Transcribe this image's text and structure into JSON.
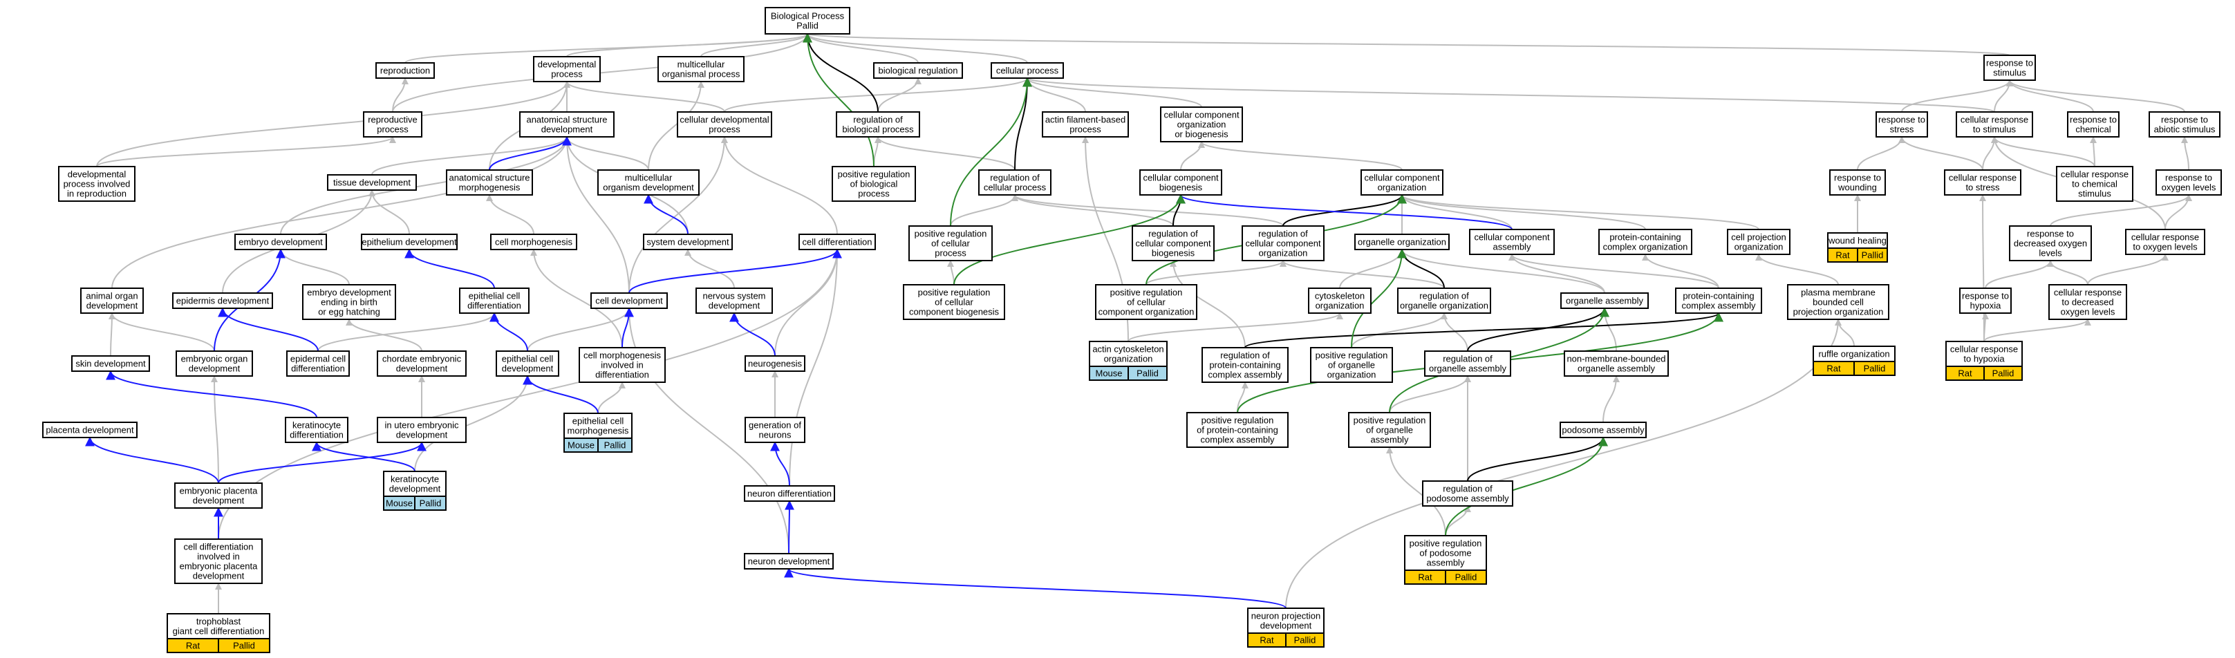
{
  "colors": {
    "gray": "#bdbdbd",
    "black": "#000000",
    "blue": "#1a1aff",
    "green": "#2e8b2e",
    "rat": "#ffcc00",
    "mouse": "#a8d8ea"
  },
  "nodes": [
    {
      "id": "bp",
      "lines": [
        "Biological Process",
        "Pallid"
      ]
    },
    {
      "id": "reproduction",
      "lines": [
        "reproduction"
      ]
    },
    {
      "id": "dev_process",
      "lines": [
        "developmental",
        "process"
      ]
    },
    {
      "id": "multi_proc",
      "lines": [
        "multicellular",
        "organismal process"
      ]
    },
    {
      "id": "bio_reg",
      "lines": [
        "biological regulation"
      ]
    },
    {
      "id": "cell_process",
      "lines": [
        "cellular process"
      ]
    },
    {
      "id": "resp_stim",
      "lines": [
        "response to",
        "stimulus"
      ]
    },
    {
      "id": "repro_process",
      "lines": [
        "reproductive",
        "process"
      ]
    },
    {
      "id": "anat_dev",
      "lines": [
        "anatomical structure",
        "development"
      ]
    },
    {
      "id": "cell_dev_proc",
      "lines": [
        "cellular developmental",
        "process"
      ]
    },
    {
      "id": "reg_bio",
      "lines": [
        "regulation of",
        "biological process"
      ]
    },
    {
      "id": "actin_fil",
      "lines": [
        "actin filament-based",
        "process"
      ]
    },
    {
      "id": "cc_org_bio",
      "lines": [
        "cellular component",
        "organization",
        "or biogenesis"
      ]
    },
    {
      "id": "resp_stress",
      "lines": [
        "response to",
        "stress"
      ]
    },
    {
      "id": "cell_resp_stim",
      "lines": [
        "cellular response",
        "to stimulus"
      ]
    },
    {
      "id": "resp_chem",
      "lines": [
        "response to",
        "chemical"
      ]
    },
    {
      "id": "resp_abiotic",
      "lines": [
        "response to",
        "abiotic stimulus"
      ]
    },
    {
      "id": "dev_repro",
      "lines": [
        "developmental",
        "process involved",
        "in reproduction"
      ]
    },
    {
      "id": "tissue_dev",
      "lines": [
        "tissue development"
      ]
    },
    {
      "id": "anat_morph",
      "lines": [
        "anatomical structure",
        "morphogenesis"
      ]
    },
    {
      "id": "multi_dev",
      "lines": [
        "multicellular",
        "organism development"
      ]
    },
    {
      "id": "pos_reg_bio",
      "lines": [
        "positive regulation",
        "of biological",
        "process"
      ]
    },
    {
      "id": "reg_cell_proc",
      "lines": [
        "regulation of",
        "cellular process"
      ]
    },
    {
      "id": "cc_biogen",
      "lines": [
        "cellular component",
        "biogenesis"
      ]
    },
    {
      "id": "cc_org",
      "lines": [
        "cellular component",
        "organization"
      ]
    },
    {
      "id": "resp_wound",
      "lines": [
        "response to",
        "wounding"
      ]
    },
    {
      "id": "cell_resp_stress",
      "lines": [
        "cellular response",
        "to stress"
      ]
    },
    {
      "id": "cell_resp_chem",
      "lines": [
        "cellular response",
        "to chemical",
        "stimulus"
      ]
    },
    {
      "id": "resp_oxy",
      "lines": [
        "response to",
        "oxygen levels"
      ]
    },
    {
      "id": "embryo_dev",
      "lines": [
        "embryo development"
      ]
    },
    {
      "id": "epith_dev",
      "lines": [
        "epithelium development"
      ]
    },
    {
      "id": "cell_morph",
      "lines": [
        "cell morphogenesis"
      ]
    },
    {
      "id": "system_dev",
      "lines": [
        "system development"
      ]
    },
    {
      "id": "cell_diff",
      "lines": [
        "cell differentiation"
      ]
    },
    {
      "id": "pos_reg_cell",
      "lines": [
        "positive regulation",
        "of cellular",
        "process"
      ]
    },
    {
      "id": "reg_cc_biogen",
      "lines": [
        "regulation of",
        "cellular component",
        "biogenesis"
      ]
    },
    {
      "id": "reg_cc_org",
      "lines": [
        "regulation of",
        "cellular component",
        "organization"
      ]
    },
    {
      "id": "organelle_org",
      "lines": [
        "organelle organization"
      ]
    },
    {
      "id": "cc_assembly",
      "lines": [
        "cellular component",
        "assembly"
      ]
    },
    {
      "id": "prot_cx_org",
      "lines": [
        "protein-containing",
        "complex organization"
      ]
    },
    {
      "id": "cell_proj_org",
      "lines": [
        "cell projection",
        "organization"
      ]
    },
    {
      "id": "wound_heal",
      "lines": [
        "wound healing"
      ],
      "tags": [
        "Rat",
        "Pallid"
      ]
    },
    {
      "id": "resp_dec_oxy",
      "lines": [
        "response to",
        "decreased oxygen",
        "levels"
      ]
    },
    {
      "id": "cell_resp_oxy",
      "lines": [
        "cellular response",
        "to oxygen levels"
      ]
    },
    {
      "id": "animal_organ",
      "lines": [
        "animal organ",
        "development"
      ]
    },
    {
      "id": "epid_dev",
      "lines": [
        "epidermis development"
      ]
    },
    {
      "id": "embryo_birth",
      "lines": [
        "embryo development",
        "ending in birth",
        "or egg hatching"
      ]
    },
    {
      "id": "epith_cell_diff",
      "lines": [
        "epithelial cell",
        "differentiation"
      ]
    },
    {
      "id": "cell_development",
      "lines": [
        "cell development"
      ]
    },
    {
      "id": "nervous_dev",
      "lines": [
        "nervous system",
        "development"
      ]
    },
    {
      "id": "pos_reg_cc_biogen",
      "lines": [
        "positive regulation",
        "of cellular",
        "component biogenesis"
      ]
    },
    {
      "id": "pos_reg_cc_org",
      "lines": [
        "positive regulation",
        "of cellular",
        "component organization"
      ]
    },
    {
      "id": "cyto_org",
      "lines": [
        "cytoskeleton",
        "organization"
      ]
    },
    {
      "id": "reg_organelle_org",
      "lines": [
        "regulation of",
        "organelle organization"
      ]
    },
    {
      "id": "organelle_assembly",
      "lines": [
        "organelle assembly"
      ]
    },
    {
      "id": "prot_cx_assembly",
      "lines": [
        "protein-containing",
        "complex assembly"
      ]
    },
    {
      "id": "pm_proj_org",
      "lines": [
        "plasma membrane",
        "bounded cell",
        "projection organization"
      ]
    },
    {
      "id": "resp_hypoxia",
      "lines": [
        "response to",
        "hypoxia"
      ]
    },
    {
      "id": "cell_resp_dec_oxy",
      "lines": [
        "cellular response",
        "to decreased",
        "oxygen levels"
      ]
    },
    {
      "id": "skin_dev",
      "lines": [
        "skin development"
      ]
    },
    {
      "id": "embryonic_organ",
      "lines": [
        "embryonic organ",
        "development"
      ]
    },
    {
      "id": "epid_cell_diff",
      "lines": [
        "epidermal cell",
        "differentiation"
      ]
    },
    {
      "id": "chordate_embryo",
      "lines": [
        "chordate embryonic",
        "development"
      ]
    },
    {
      "id": "epith_cell_dev",
      "lines": [
        "epithelial cell",
        "development"
      ]
    },
    {
      "id": "cell_morph_diff",
      "lines": [
        "cell morphogenesis",
        "involved in",
        "differentiation"
      ]
    },
    {
      "id": "neurogenesis",
      "lines": [
        "neurogenesis"
      ]
    },
    {
      "id": "actin_cyto_org",
      "lines": [
        "actin cytoskeleton",
        "organization"
      ],
      "tags": [
        "Mouse",
        "Pallid"
      ]
    },
    {
      "id": "reg_prot_cx",
      "lines": [
        "regulation of",
        "protein-containing",
        "complex assembly"
      ]
    },
    {
      "id": "pos_reg_organelle_org",
      "lines": [
        "positive regulation",
        "of organelle",
        "organization"
      ]
    },
    {
      "id": "reg_organelle_assembly",
      "lines": [
        "regulation of",
        "organelle assembly"
      ]
    },
    {
      "id": "nonmem_organelle",
      "lines": [
        "non-membrane-bounded",
        "organelle assembly"
      ]
    },
    {
      "id": "ruffle_org",
      "lines": [
        "ruffle organization"
      ],
      "tags": [
        "Rat",
        "Pallid"
      ]
    },
    {
      "id": "cell_resp_hypoxia",
      "lines": [
        "cellular response",
        "to hypoxia"
      ],
      "tags": [
        "Rat",
        "Pallid"
      ]
    },
    {
      "id": "placenta_dev",
      "lines": [
        "placenta development"
      ]
    },
    {
      "id": "keratinocyte_diff",
      "lines": [
        "keratinocyte",
        "differentiation"
      ]
    },
    {
      "id": "in_utero",
      "lines": [
        "in utero embryonic",
        "development"
      ]
    },
    {
      "id": "epith_cell_morph",
      "lines": [
        "epithelial cell",
        "morphogenesis"
      ],
      "tags": [
        "Mouse",
        "Pallid"
      ]
    },
    {
      "id": "gen_neurons",
      "lines": [
        "generation of",
        "neurons"
      ]
    },
    {
      "id": "pos_reg_prot_cx",
      "lines": [
        "positive regulation",
        "of protein-containing",
        "complex assembly"
      ]
    },
    {
      "id": "pos_reg_organelle_assembly",
      "lines": [
        "positive regulation",
        "of organelle",
        "assembly"
      ]
    },
    {
      "id": "podosome_assembly",
      "lines": [
        "podosome assembly"
      ]
    },
    {
      "id": "keratinocyte_dev",
      "lines": [
        "keratinocyte",
        "development"
      ],
      "tags": [
        "Mouse",
        "Pallid"
      ]
    },
    {
      "id": "embryonic_placenta",
      "lines": [
        "embryonic placenta",
        "development"
      ]
    },
    {
      "id": "neuron_diff",
      "lines": [
        "neuron differentiation"
      ]
    },
    {
      "id": "reg_podosome",
      "lines": [
        "regulation of",
        "podosome assembly"
      ]
    },
    {
      "id": "cell_diff_placenta",
      "lines": [
        "cell differentiation",
        "involved in",
        "embryonic placenta",
        "development"
      ]
    },
    {
      "id": "pos_reg_podosome",
      "lines": [
        "positive regulation",
        "of podosome",
        "assembly"
      ],
      "tags": [
        "Rat",
        "Pallid"
      ]
    },
    {
      "id": "neuron_dev",
      "lines": [
        "neuron development"
      ]
    },
    {
      "id": "trophoblast",
      "lines": [
        "trophoblast",
        "giant cell differentiation"
      ],
      "tags": [
        "Rat",
        "Pallid"
      ]
    },
    {
      "id": "neuron_proj_dev",
      "lines": [
        "neuron projection",
        "development"
      ],
      "tags": [
        "Rat",
        "Pallid"
      ]
    }
  ]
}
